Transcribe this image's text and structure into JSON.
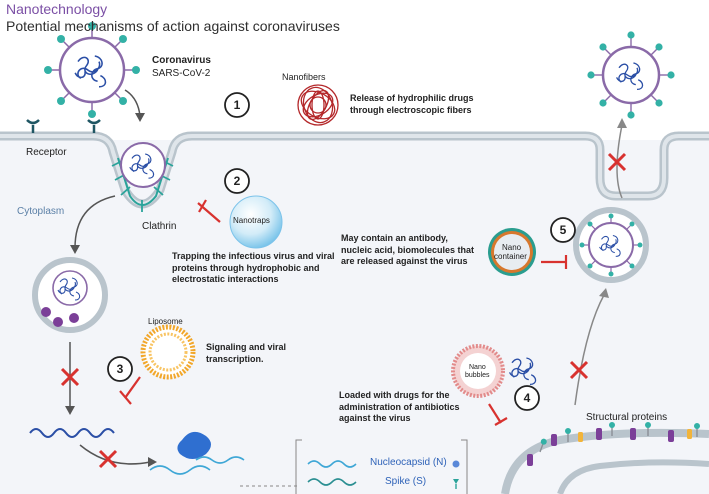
{
  "header": {
    "title": "Nanotechnology",
    "subtitle": "Potential mechanisms of action against coronaviruses"
  },
  "labels": {
    "coronavirus": "Coronavirus",
    "sars": "SARS-CoV-2",
    "receptor": "Receptor",
    "cytoplasm": "Cytoplasm",
    "clathrin": "Clathrin",
    "nanofibers": "Nanofibers",
    "nanotraps": "Nanotraps",
    "liposome": "Liposome",
    "nano_container_line1": "Nano",
    "nano_container_line2": "container",
    "nano_bubbles_line1": "Nano",
    "nano_bubbles_line2": "bubbles",
    "structural_proteins": "Structural proteins"
  },
  "mechanisms": [
    {
      "number": "1",
      "text": "Release of hydrophilic drugs through electroscopic fibers"
    },
    {
      "number": "2",
      "text": "Trapping the infectious virus and viral proteins through hydrophobic and electrostatic interactions"
    },
    {
      "number": "3",
      "text": "Signaling and viral transcription."
    },
    {
      "number": "4",
      "text": "Loaded with drugs for the administration of antibiotics against the virus"
    },
    {
      "number": "5",
      "text": "May contain an antibody, nucleic acid, biomolecules that are released against the virus"
    }
  ],
  "legend": {
    "nucleocapsid": "Nucleocapsid (N)",
    "spike": "Spike (S)"
  },
  "colors": {
    "title": "#7b4fa5",
    "cytoplasm_label": "#5a7fa6",
    "inhibit": "#d8322f",
    "membrane": "#b9c4cc",
    "cell_fill": "#f3f5f9",
    "spike": "#2aa39a",
    "rna": "#2b4fa6"
  }
}
